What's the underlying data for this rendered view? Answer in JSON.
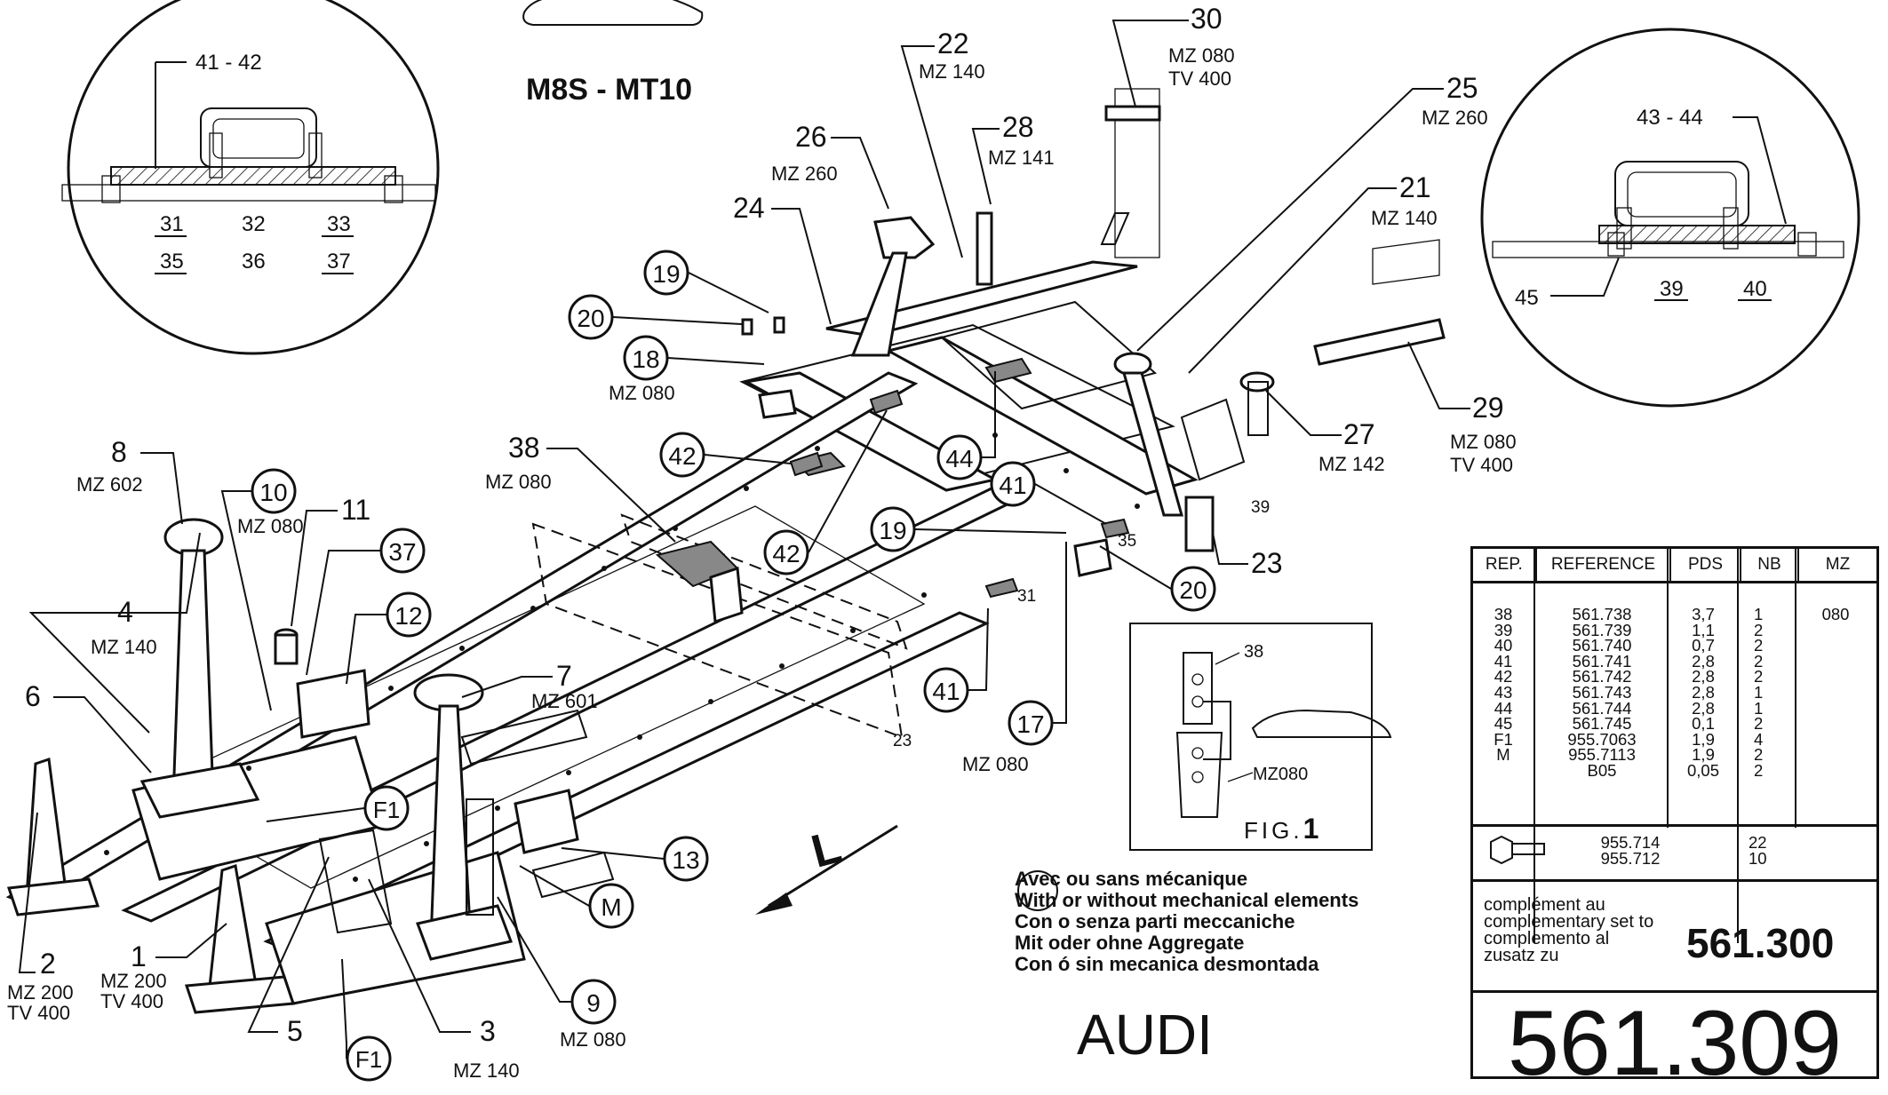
{
  "title": "M8S - MT10",
  "brand": "AUDI",
  "callouts": [
    {
      "id": "c30",
      "num": "30",
      "sub": [
        "MZ 080",
        "TV 400"
      ]
    },
    {
      "id": "c22",
      "num": "22",
      "sub": [
        "MZ 140"
      ]
    },
    {
      "id": "c28",
      "num": "28",
      "sub": [
        "MZ 141"
      ]
    },
    {
      "id": "c26",
      "num": "26",
      "sub": [
        "MZ 260"
      ]
    },
    {
      "id": "c24",
      "num": "24",
      "sub": []
    },
    {
      "id": "c25",
      "num": "25",
      "sub": [
        "MZ 260"
      ]
    },
    {
      "id": "c21",
      "num": "21",
      "sub": [
        "MZ 140"
      ]
    },
    {
      "id": "c29",
      "num": "29",
      "sub": [
        "MZ 080",
        "TV 400"
      ]
    },
    {
      "id": "c27",
      "num": "27",
      "sub": [
        "MZ 142"
      ]
    },
    {
      "id": "c23",
      "num": "23",
      "sub": []
    },
    {
      "id": "c38",
      "num": "38",
      "sub": [
        "MZ 080"
      ]
    },
    {
      "id": "c8",
      "num": "8",
      "sub": [
        "MZ  602"
      ]
    },
    {
      "id": "c11",
      "num": "11",
      "sub": []
    },
    {
      "id": "c4",
      "num": "4",
      "sub": [
        "MZ 140"
      ]
    },
    {
      "id": "c6",
      "num": "6",
      "sub": []
    },
    {
      "id": "c7",
      "num": "7",
      "sub": [
        "MZ 601"
      ]
    },
    {
      "id": "c2",
      "num": "2",
      "sub": [
        "MZ 200",
        "TV 400"
      ]
    },
    {
      "id": "c1",
      "num": "1",
      "sub": [
        "MZ 200",
        "TV 400"
      ]
    },
    {
      "id": "c5",
      "num": "5",
      "sub": []
    },
    {
      "id": "c3",
      "num": "3",
      "sub": [
        "MZ 140"
      ]
    }
  ],
  "circled": [
    {
      "id": "k19a",
      "num": "19"
    },
    {
      "id": "k20a",
      "num": "20"
    },
    {
      "id": "k18",
      "num": "18",
      "sub": "MZ 080"
    },
    {
      "id": "k42a",
      "num": "42"
    },
    {
      "id": "k44",
      "num": "44"
    },
    {
      "id": "k41a",
      "num": "41"
    },
    {
      "id": "k19b",
      "num": "19"
    },
    {
      "id": "k42b",
      "num": "42"
    },
    {
      "id": "k20b",
      "num": "20"
    },
    {
      "id": "k41b",
      "num": "41"
    },
    {
      "id": "k17",
      "num": "17",
      "sub": "MZ 080"
    },
    {
      "id": "k10",
      "num": "10",
      "sub": "MZ 080"
    },
    {
      "id": "k37",
      "num": "37"
    },
    {
      "id": "k12",
      "num": "12"
    },
    {
      "id": "kF1a",
      "num": "F1"
    },
    {
      "id": "k13",
      "num": "13"
    },
    {
      "id": "kM",
      "num": "M"
    },
    {
      "id": "k9",
      "num": "9",
      "sub": "MZ 080"
    },
    {
      "id": "kF1b",
      "num": "F1"
    }
  ],
  "inline_marks": [
    "39",
    "35",
    "31",
    "23"
  ],
  "detail_left": {
    "title": "41 - 42",
    "row1": [
      "31",
      "32",
      "33"
    ],
    "row2": [
      "35",
      "36",
      "37"
    ]
  },
  "detail_right": {
    "title": "43 - 44",
    "labels": [
      "45",
      "39",
      "40"
    ]
  },
  "fig1": {
    "ref_top": "38",
    "ref_bottom": "MZ080",
    "caption_prefix": "FIG.",
    "caption_num": "1"
  },
  "arrow_label": "L",
  "legend": [
    "Avec ou sans mécanique",
    "With or without mechanical elements",
    "Con o senza parti meccaniche",
    "Mit oder ohne Aggregate",
    "Con ó sin mecanica desmontada"
  ],
  "table": {
    "headers": [
      "REP.",
      "REFERENCE",
      "PDS",
      "NB",
      "MZ"
    ],
    "rep": [
      "38",
      "39",
      "40",
      "41",
      "42",
      "43",
      "44",
      "45",
      "F1",
      "M",
      ""
    ],
    "reference": [
      "561.738",
      "561.739",
      "561.740",
      "561.741",
      "561.742",
      "561.743",
      "561.744",
      "561.745",
      "955.7063",
      "955.7113",
      "B05"
    ],
    "pds": [
      "3,7",
      "1,1",
      "0,7",
      "2,8",
      "2,8",
      "2,8",
      "2,8",
      "0,1",
      "1,9",
      "1,9",
      "0,05"
    ],
    "nb": [
      "1",
      "2",
      "2",
      "2",
      "2",
      "1",
      "1",
      "2",
      "4",
      "2",
      "2"
    ],
    "mz": [
      "080"
    ],
    "bolt_refs": [
      "955.714",
      "955.712"
    ],
    "bolt_nb": [
      "22",
      "10"
    ],
    "complement_text": [
      "complément au",
      "complementary set to",
      "complemento al",
      "zusatz zu"
    ],
    "complement_number": "561.300",
    "drawing_number": "561.309"
  }
}
